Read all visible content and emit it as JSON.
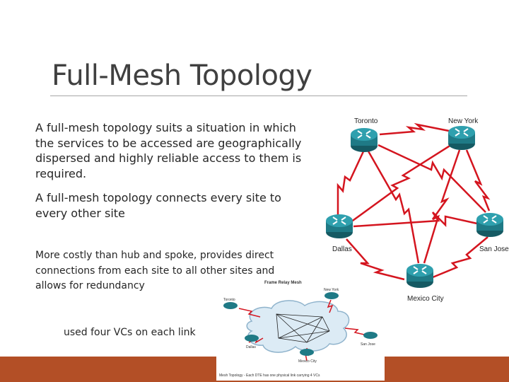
{
  "slide": {
    "title": "Full-Mesh Topology",
    "paragraph_1": "A full-mesh topology suits a situation in which the services to be accessed are geographically dispersed and highly reliable access to them is required.",
    "paragraph_2": "A full-mesh topology connects every site to every other site",
    "paragraph_3": "More costly than hub and spoke, provides direct connections from each site to all other sites and allows for redundancy",
    "paragraph_4": "used four VCs on each link"
  },
  "diagram": {
    "routers": [
      {
        "label": "Toronto"
      },
      {
        "label": "New York"
      },
      {
        "label": "Dallas"
      },
      {
        "label": "San Jose"
      },
      {
        "label": "Mexico City"
      }
    ],
    "link_color": "#d4151f",
    "router_color": "#1f7a86"
  },
  "small_diagram": {
    "title": "Frame Relay Mesh",
    "routers": [
      {
        "label": "Toronto"
      },
      {
        "label": "New York"
      },
      {
        "label": "San Jose"
      },
      {
        "label": "Dallas"
      },
      {
        "label": "Mexico City"
      }
    ],
    "caption": "Mesh Topology - Each DTE has one physical link carrying 4 VCs"
  },
  "colors": {
    "accent_bar": "#b34f26",
    "title_text": "#404040",
    "body_text": "#262626"
  }
}
